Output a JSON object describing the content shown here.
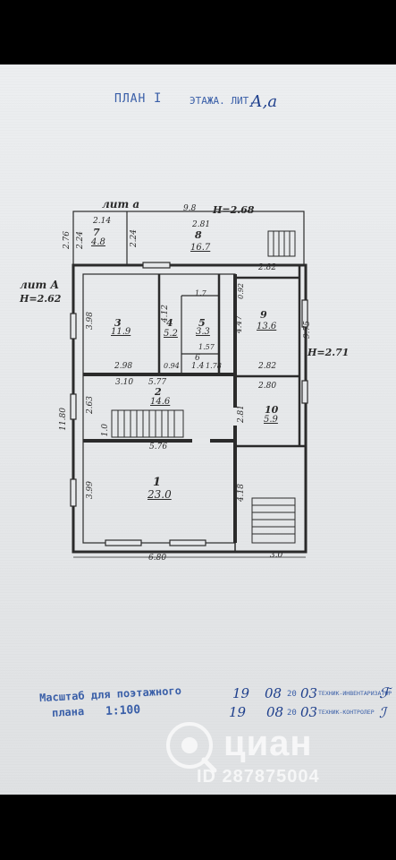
{
  "header": {
    "prefix": "ПЛАН",
    "floor_num": "I",
    "mid": "ЭТАЖА. ЛИТ.",
    "lit": "А,а"
  },
  "outbuilding": {
    "label": "лит а",
    "width": "9.8",
    "height": "Н=2.68"
  },
  "main_building": {
    "label": "лит А",
    "height": "Н=2.62"
  },
  "right_height": "Н=2.71",
  "rooms": [
    {
      "num": "7",
      "area": "4.8"
    },
    {
      "num": "8",
      "area": "16.7"
    },
    {
      "num": "3",
      "area": "11.9"
    },
    {
      "num": "4",
      "area": "5.2"
    },
    {
      "num": "5",
      "area": "3.3"
    },
    {
      "num": "6",
      "area": "1.4"
    },
    {
      "num": "9",
      "area": "13.6"
    },
    {
      "num": "2",
      "area": "14.6"
    },
    {
      "num": "10",
      "area": "5.9"
    },
    {
      "num": "1",
      "area": "23.0"
    }
  ],
  "dims": {
    "d214": "2.14",
    "d281a": "2.81",
    "d224a": "2.24",
    "d224b": "2.24",
    "d276": "2.76",
    "d282a": "2.82",
    "d975": "9.75",
    "d398": "3.98",
    "d412": "4.12",
    "d17": "1.7",
    "d157": "1.57",
    "d092": "0.92",
    "d447": "4.47",
    "d298": "2.98",
    "d094": "0.94",
    "d178": "1.78",
    "d282b": "2.82",
    "d310": "3.10",
    "d577": "5.77",
    "d280": "2.80",
    "d263": "2.63",
    "d10": "1.0",
    "d281b": "2.81",
    "d576": "5.76",
    "d399": "3.99",
    "d418": "4.18",
    "d1180": "11.80",
    "d680": "6.80",
    "d30": "3.0"
  },
  "scale": {
    "line1": "Масштаб для поэтажного",
    "line2": "плана",
    "value": "1:100"
  },
  "signoffs": [
    {
      "day": "19",
      "month": "08",
      "year_prefix": "20",
      "year": "03",
      "role": "ТЕХНИК-ИНВЕНТАРИЗАТОР"
    },
    {
      "day": "19",
      "month": "08",
      "year_prefix": "20",
      "year": "03",
      "role": "ТЕХНИК-КОНТРОЛЕР"
    }
  ],
  "watermark": {
    "brand": "циан",
    "id": "ID 287875004"
  }
}
